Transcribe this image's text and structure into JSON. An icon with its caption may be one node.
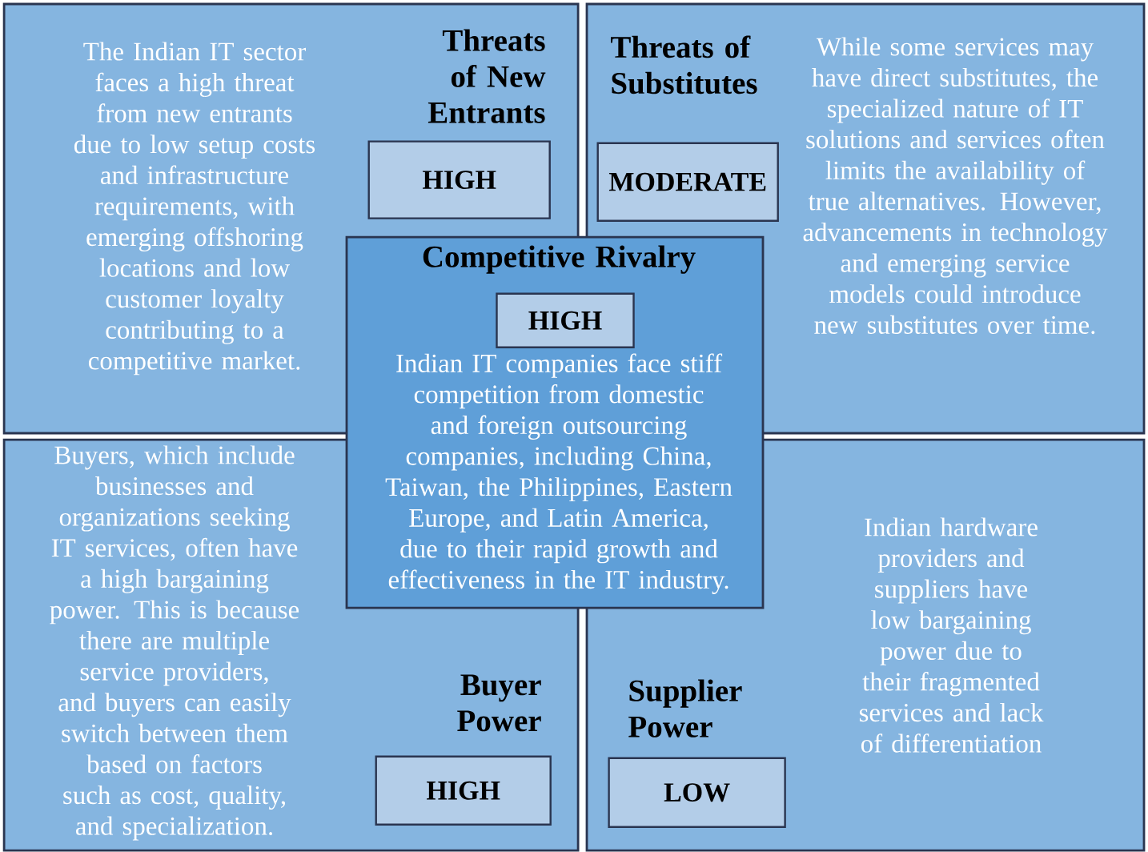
{
  "diagram": {
    "nodes": [
      {
        "text": [
          "The Indian IT sector faces a high threat from new entrants due to low setup costs and infrastructure requirements, with emerging offshoring locations and low customer loyalty contributing to a competitive market.",
          "Threats of New Entrants"
        ]
      },
      {
        "text": [
          "HIGH"
        ],
        "in": 0
      },
      {
        "text": [
          "Threats of Substitutes",
          "While some services may have direct substitutes, the specialized nature of IT solutions and services often limits the availability of true alternatives. However, advancements in technology and emerging service models could introduce new substitutes over time."
        ]
      },
      {
        "text": [
          "MODERATE"
        ],
        "in": 2
      },
      {
        "text": [
          "Buyers, which include businesses and organizations seeking IT services, often have a high bargaining power. This is because there are multiple service providers, and buyers can easily switch between them based on factors such as cost, quality, and specialization.",
          "Buyer Power"
        ]
      },
      {
        "text": [
          "HIGH"
        ],
        "in": 4
      },
      {
        "text": [
          "Supplier Power",
          "Indian hardware providers and suppliers have low bargaining power due to their fragmented services and lack of differentiation"
        ]
      },
      {
        "text": [
          "LOW"
        ],
        "in": 6
      },
      {
        "text": [
          "Competitive Rivalry",
          "Indian IT companies face stiff competition from domestic and foreign outsourcing companies, including China, Taiwan, the Philippines, Eastern Europe, and Latin America, due to their rapid growth and effectiveness in the IT industry."
        ]
      },
      {
        "text": [
          "HIGH"
        ],
        "in": 8
      }
    ]
  }
}
